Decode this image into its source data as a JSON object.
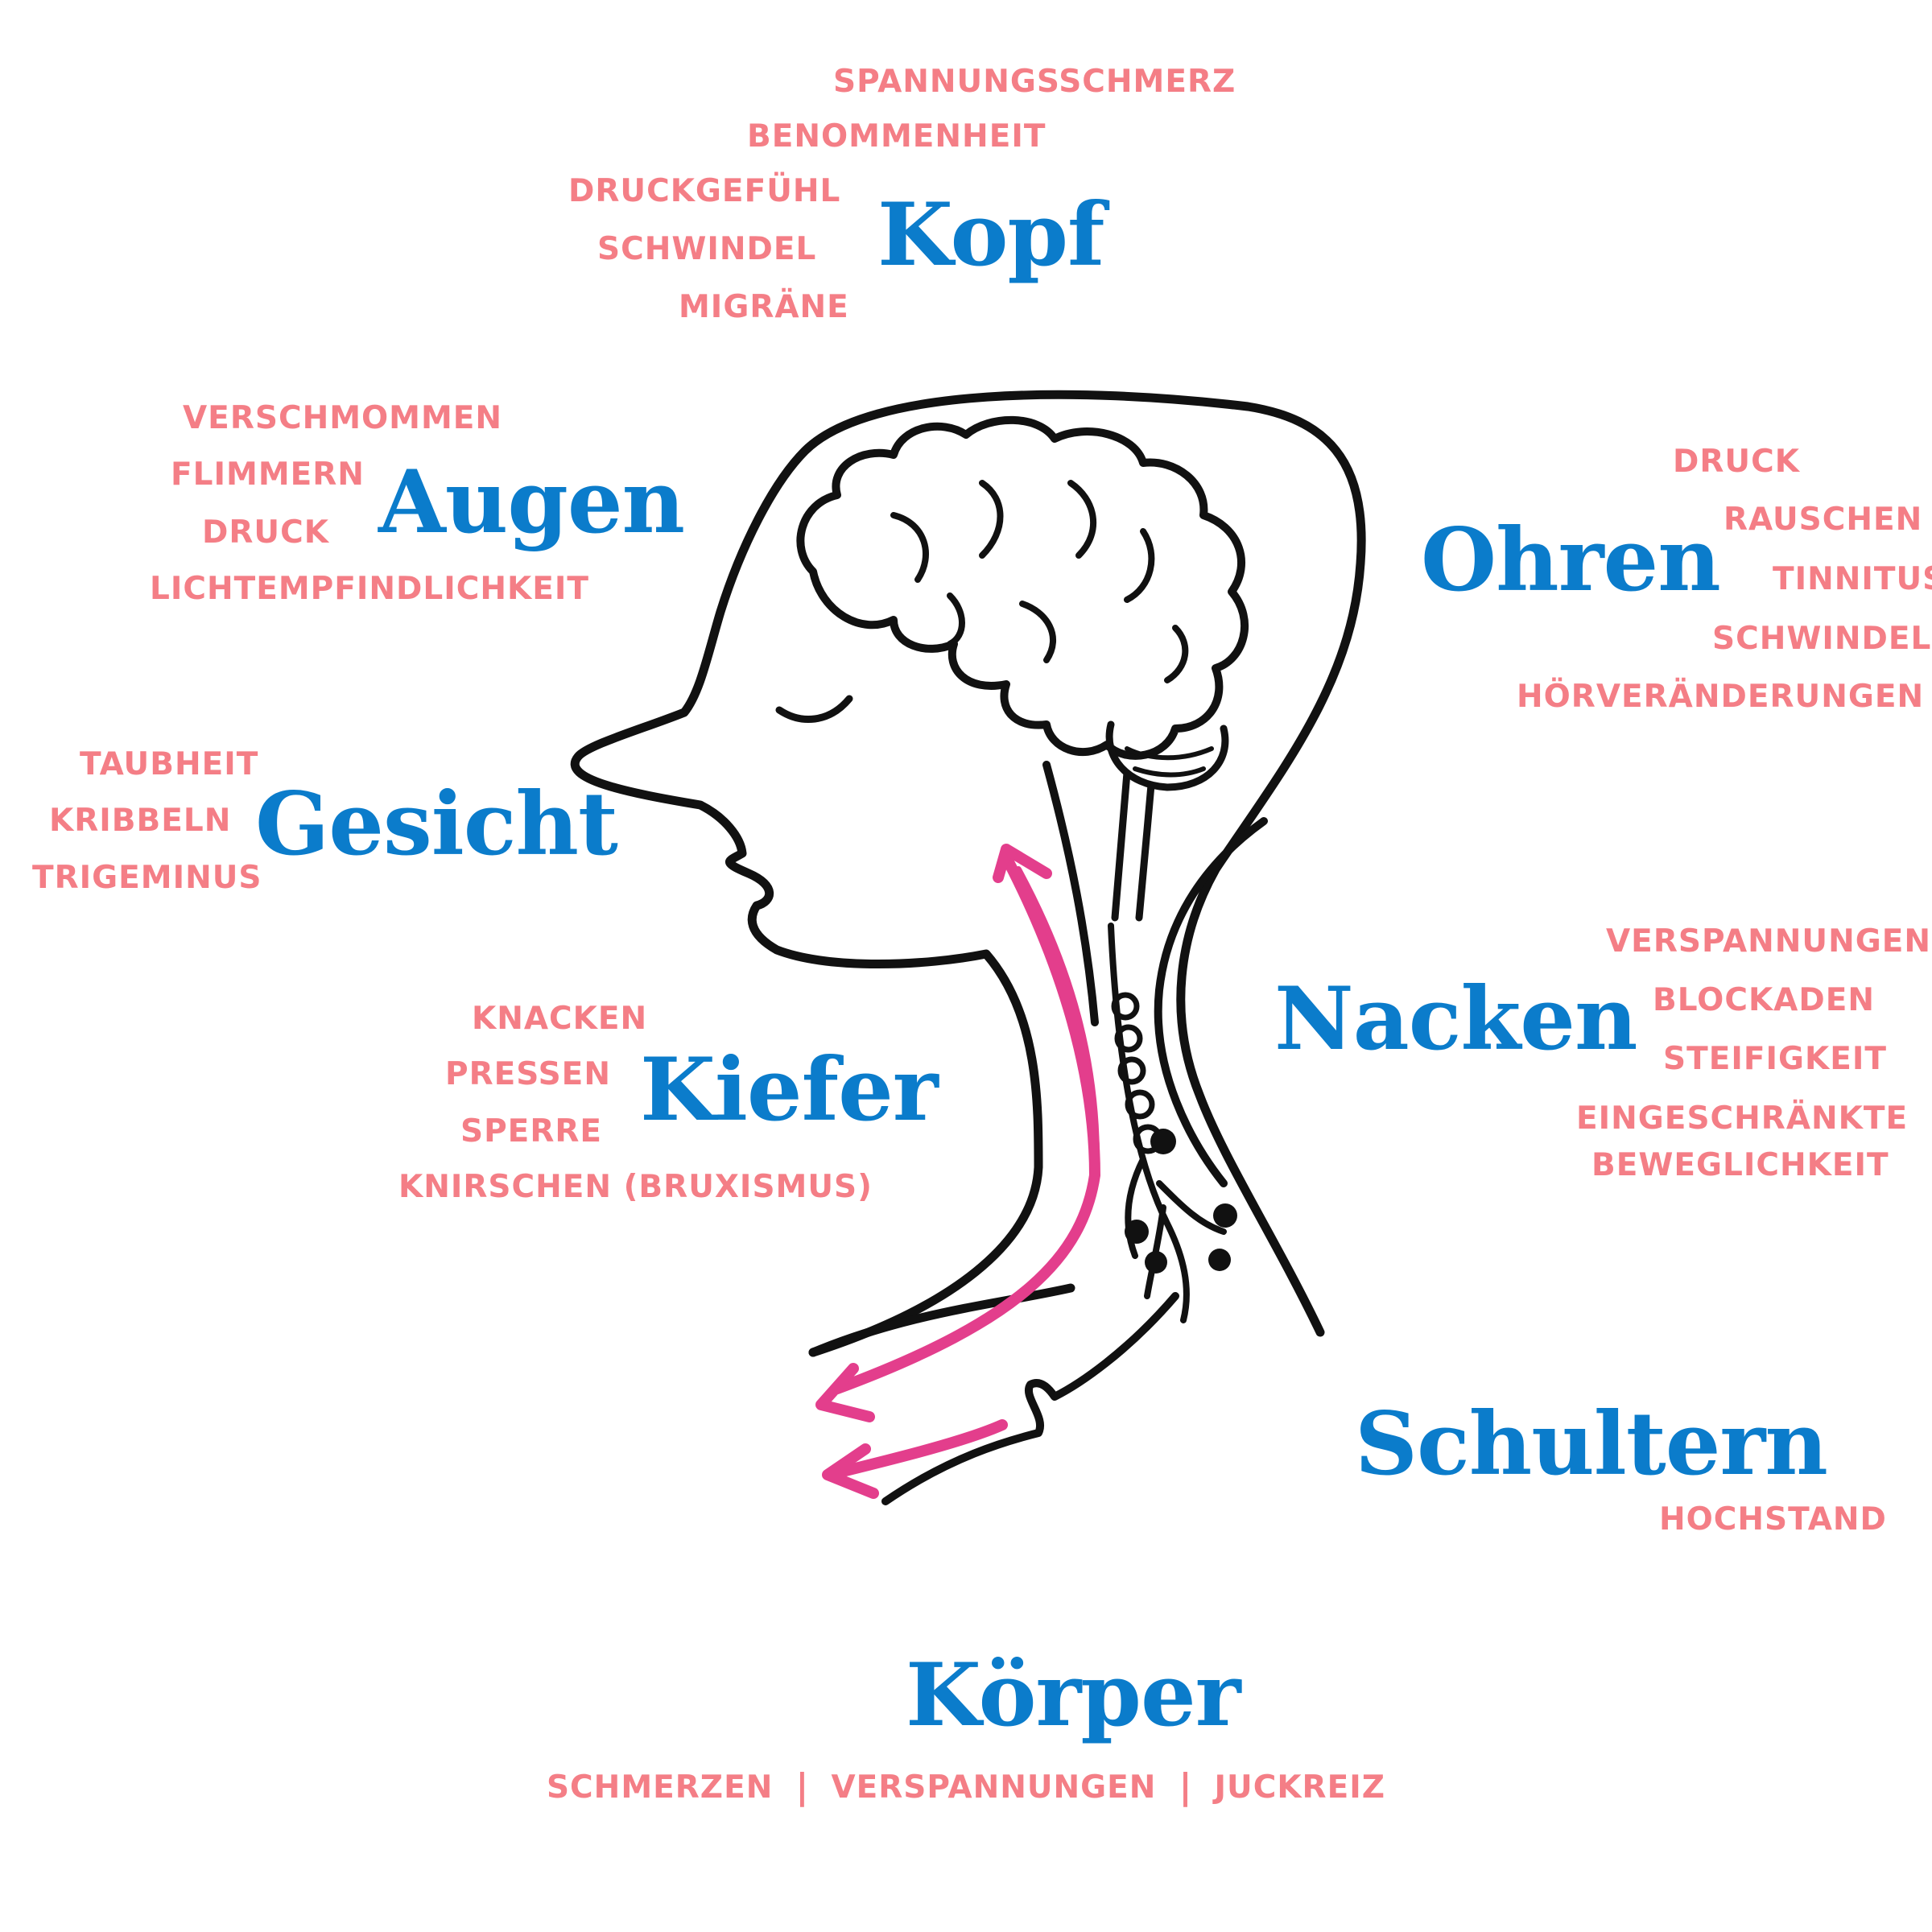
{
  "colors": {
    "region_title": "#0B7CCB",
    "symptom": "#F47E86",
    "arrow": "#E33E8C",
    "outline": "#111111"
  },
  "regions": {
    "kopf": {
      "title": "Kopf",
      "symptoms": [
        "SPANNUNGSSCHMERZ",
        "BENOMMENHEIT",
        "DRUCKGEFÜHL",
        "SCHWINDEL",
        "MIGRÄNE"
      ]
    },
    "augen": {
      "title": "Augen",
      "symptoms": [
        "VERSCHMOMMEN",
        "FLIMMERN",
        "DRUCK",
        "LICHTEMPFINDLICHKEIT"
      ]
    },
    "ohren": {
      "title": "Ohren",
      "symptoms": [
        "DRUCK",
        "RAUSCHEN",
        "TINNITUS",
        "SCHWINDEL",
        "HÖRVERÄNDERUNGEN"
      ]
    },
    "gesicht": {
      "title": "Gesicht",
      "symptoms": [
        "TAUBHEIT",
        "KRIBBELN",
        "TRIGEMINUS"
      ]
    },
    "kiefer": {
      "title": "Kiefer",
      "symptoms": [
        "KNACKEN",
        "PRESSEN",
        "SPERRE",
        "KNIRSCHEN (BRUXISMUS)"
      ]
    },
    "nacken": {
      "title": "Nacken",
      "symptoms": [
        "VERSPANNUNGEN",
        "BLOCKADEN",
        "STEIFIGKEIT",
        "EINGESCHRÄNKTE",
        "BEWEGLICHKEIT"
      ]
    },
    "schultern": {
      "title": "Schultern",
      "symptoms": [
        "HOCHSTAND"
      ]
    },
    "koerper": {
      "title": "Körper",
      "symptoms": [
        "SCHMERZEN",
        "VERSPANNUNGEN",
        "JUCKREIZ"
      ],
      "separator": "|"
    }
  }
}
